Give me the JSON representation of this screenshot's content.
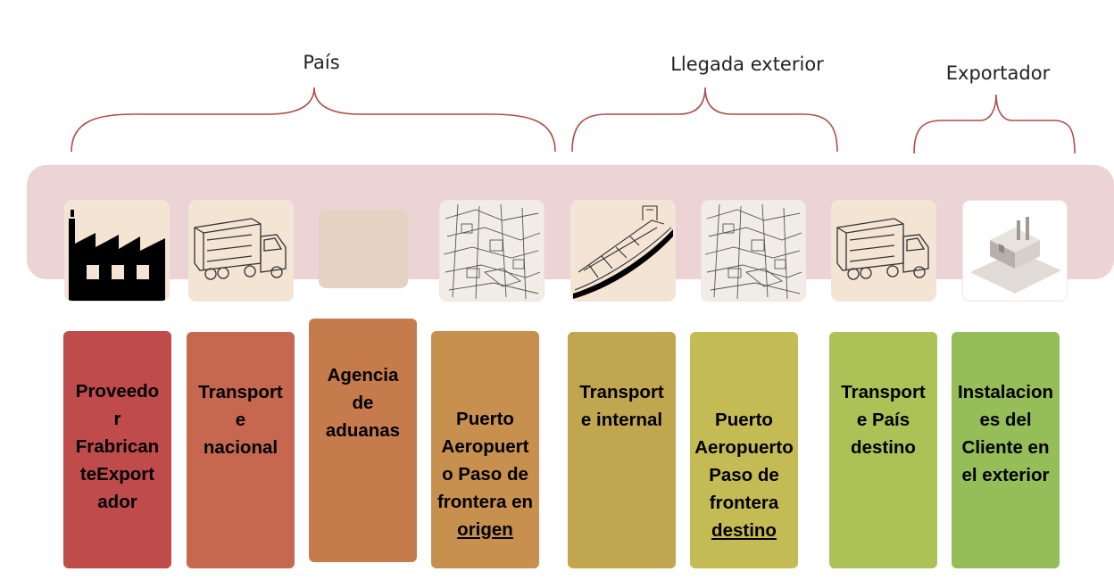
{
  "groups": [
    {
      "label": "País"
    },
    {
      "label": "Llegada exterior"
    },
    {
      "label": "Exportador"
    }
  ],
  "icons": [
    {
      "name": "factory-icon"
    },
    {
      "name": "truck-icon"
    },
    {
      "name": "blank-icon"
    },
    {
      "name": "port-sketch-icon"
    },
    {
      "name": "ship-icon"
    },
    {
      "name": "port-sketch-icon"
    },
    {
      "name": "truck-icon"
    },
    {
      "name": "client-building-icon"
    }
  ],
  "stages": [
    {
      "text": "Proveedo\nr\nFrabrican\nteExport\nador",
      "color": "#c04b4b"
    },
    {
      "text": "Transport\ne\nnacional",
      "color": "#c5684f"
    },
    {
      "text": "Agencia\nde\naduanas",
      "color": "#c67b4d"
    },
    {
      "text": "Puerto\nAeropuert\no Paso de\nfrontera en\n",
      "underline": "origen",
      "color": "#c8904f"
    },
    {
      "text": "Transport\ne internal",
      "color": "#c1a650"
    },
    {
      "text": "Puerto\nAeropuerto\nPaso de\nfrontera\n",
      "underline": "destino",
      "color": "#c5bb55"
    },
    {
      "text": "Transport\ne País\ndestino",
      "color": "#acc256"
    },
    {
      "text": "Instalacion\nes del\nCliente en\nel exterior",
      "color": "#95bd58"
    }
  ]
}
